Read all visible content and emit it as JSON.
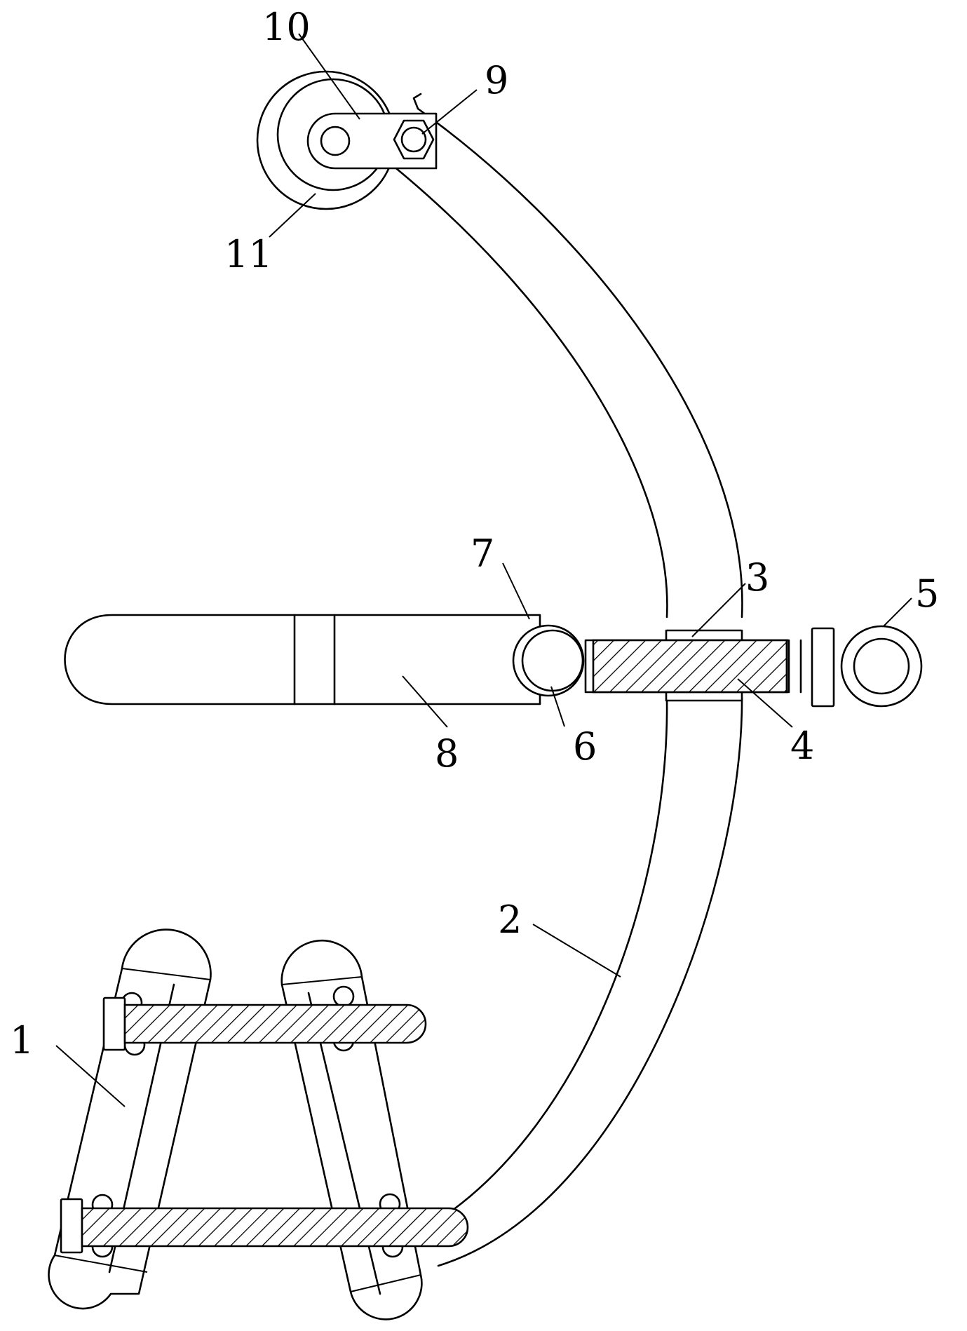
{
  "colors": {
    "line": "#000000",
    "background": "#ffffff"
  },
  "labels": {
    "l1": "1",
    "l2": "2",
    "l3": "3",
    "l4": "4",
    "l5": "5",
    "l6": "6",
    "l7": "7",
    "l8": "8",
    "l9": "9",
    "l10": "10",
    "l11": "11"
  }
}
